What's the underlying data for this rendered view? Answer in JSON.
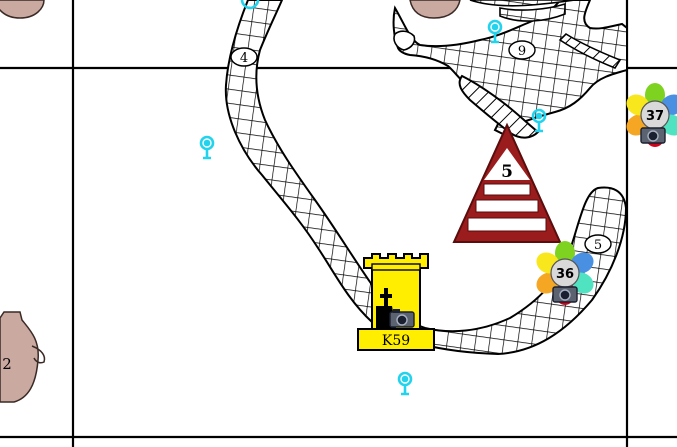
{
  "map": {
    "colors": {
      "background": "#ffffff",
      "grid": "#000000",
      "road_fill": "#ffffff",
      "road_stroke": "#000000",
      "pin": "#22d3ee",
      "pyramid": "#9b1c1c",
      "castle": "#ffee00",
      "pot": "#c9a9a0"
    },
    "road_labels": {
      "left": "4",
      "top_right": "9",
      "right": "5"
    },
    "pyramid": {
      "label": "5",
      "icon": "pyramid-icon"
    },
    "castle": {
      "label": "K59",
      "icon": "castle-icon",
      "has_cross": true,
      "has_camera": true
    },
    "clusters": [
      {
        "label": "36",
        "icon": "flower-cluster-icon"
      },
      {
        "label": "37",
        "icon": "flower-cluster-icon"
      }
    ],
    "pots": [
      {
        "label": "2",
        "icon": "amphora-icon"
      }
    ],
    "pins": [
      {
        "icon": "location-pin-icon"
      },
      {
        "icon": "location-pin-icon"
      },
      {
        "icon": "location-pin-icon"
      },
      {
        "icon": "location-pin-icon"
      },
      {
        "icon": "location-pin-icon"
      }
    ]
  }
}
